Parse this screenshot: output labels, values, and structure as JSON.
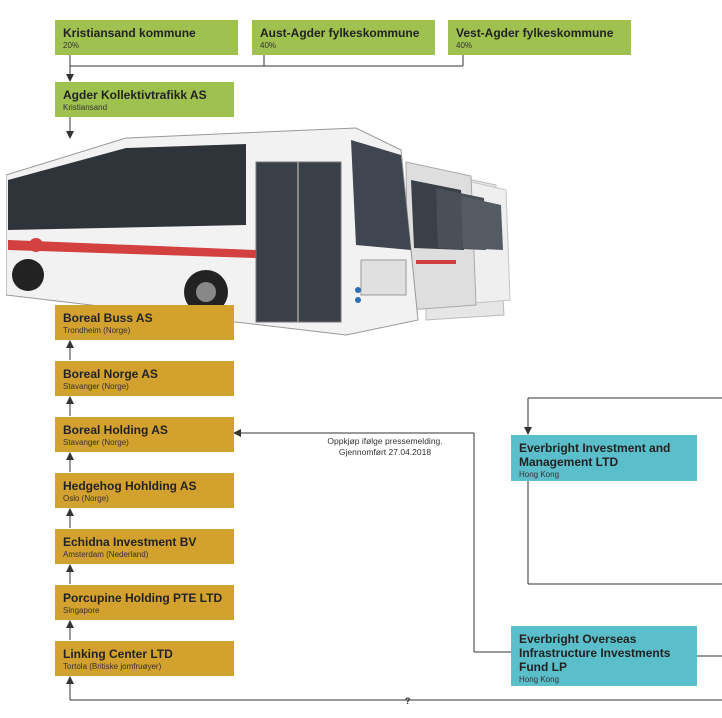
{
  "owners": [
    {
      "name": "Kristiansand kommune",
      "share": "20%"
    },
    {
      "name": "Aust-Agder fylkeskommune",
      "share": "40%"
    },
    {
      "name": "Vest-Agder fylkeskommune",
      "share": "40%"
    }
  ],
  "akt": {
    "name": "Agder Kollektivtrafikk AS",
    "place": "Kristiansand"
  },
  "chain": [
    {
      "name": "Boreal Buss AS",
      "place": "Trondheim (Norge)"
    },
    {
      "name": "Boreal Norge AS",
      "place": "Stavanger (Norge)"
    },
    {
      "name": "Boreal Holding AS",
      "place": "Stavanger (Norge)"
    },
    {
      "name": "Hedgehog Hohlding AS",
      "place": "Oslo (Norge)"
    },
    {
      "name": "Echidna Investment BV",
      "place": "Amsterdam (Nederland)"
    },
    {
      "name": "Porcupine Holding PTE LTD",
      "place": "Singapore"
    },
    {
      "name": "Linking Center LTD",
      "place": "Tortola (Britiske jomfruøyer)"
    }
  ],
  "everbright_im": {
    "name": "Everbright Investment and Management LTD",
    "place": "Hong Kong"
  },
  "everbright_fund": {
    "name": "Everbright Overseas Infrastructure Investments Fund LP",
    "place": "Hong Kong"
  },
  "note": {
    "line1": "Oppkjøp ifølge pressemelding.",
    "line2": "Gjennomført 27.04.2018"
  },
  "unknown_link": "?",
  "colors": {
    "municipal": "#9fc14f",
    "company": "#d3a12e",
    "hongkong": "#5bbfcb",
    "line": "#333333"
  },
  "image": {
    "subject": "bus-photo"
  }
}
